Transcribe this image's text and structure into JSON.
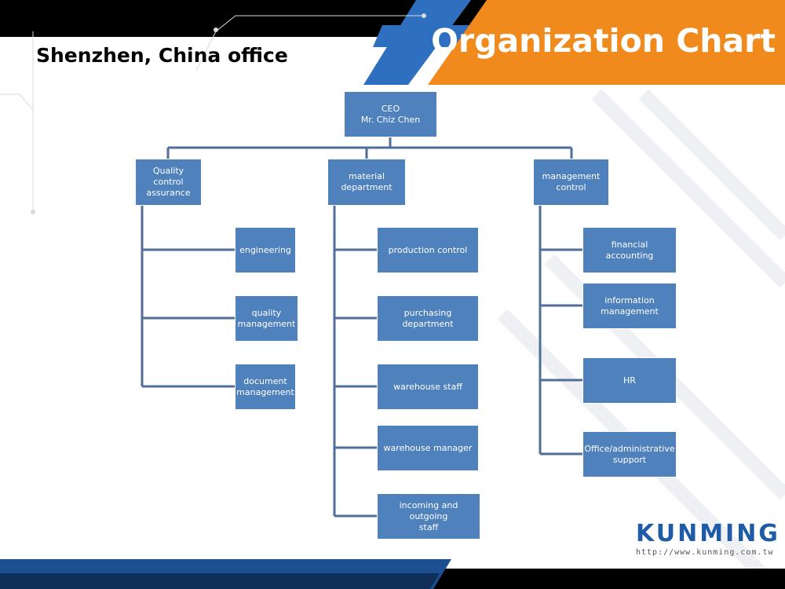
{
  "header": {
    "title": "Organization Chart",
    "office": "Shenzhen, China office"
  },
  "org": {
    "ceo": "CEO\nMr. Chiz Chen",
    "departments": [
      {
        "label": "Quality control\nassurance",
        "children": [
          "engineering",
          "quality\nmanagement",
          "document\nmanagement"
        ]
      },
      {
        "label": "material\ndepartment",
        "children": [
          "production control",
          "purchasing department",
          "warehouse staff",
          "warehouse manager",
          "incoming and outgoing\nstaff"
        ]
      },
      {
        "label": "management\ncontrol",
        "children": [
          "financial accounting",
          "information\nmanagement",
          "HR",
          "Office/administrative\nsupport"
        ]
      }
    ]
  },
  "logo": {
    "word": "KUNMING",
    "url": "http://www.kunming.com.tw"
  },
  "colors": {
    "box": "#4f81bd",
    "connector": "#4f6e98",
    "orange": "#f08a1c",
    "blue": "#2f6fc0",
    "dark": "#000000"
  }
}
